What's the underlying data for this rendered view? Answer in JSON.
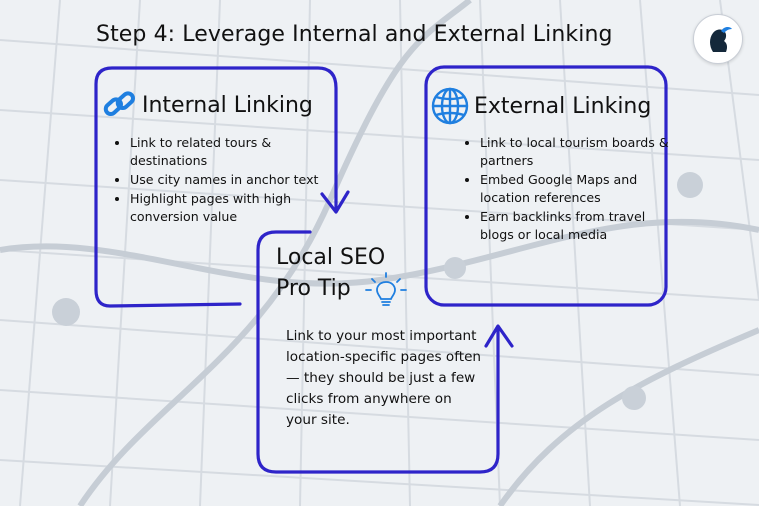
{
  "title": "Step 4: Leverage Internal and External Linking",
  "internal": {
    "heading": "Internal Linking",
    "icon": "link-icon",
    "bullets": [
      "Link to related tours & destinations",
      "Use city names in anchor text",
      "Highlight pages with high conversion value"
    ]
  },
  "external": {
    "heading": "External Linking",
    "icon": "globe-icon",
    "bullets": [
      "Link to local tourism boards & partners",
      "Embed Google Maps and location references",
      "Earn backlinks from travel blogs or local media"
    ]
  },
  "tip": {
    "title_line1": "Local SEO",
    "title_line2": "Pro Tip",
    "icon": "lightbulb-icon",
    "body": "Link to your most important location-specific pages often — they should be just a few clicks from anywhere on your site."
  },
  "logo_icon": "woman-silhouette-logo",
  "colors": {
    "accent": "#2e24c9",
    "icon_blue": "#1f7fe0",
    "map_road": "#cfd5dc",
    "map_bg": "#eef1f4"
  }
}
